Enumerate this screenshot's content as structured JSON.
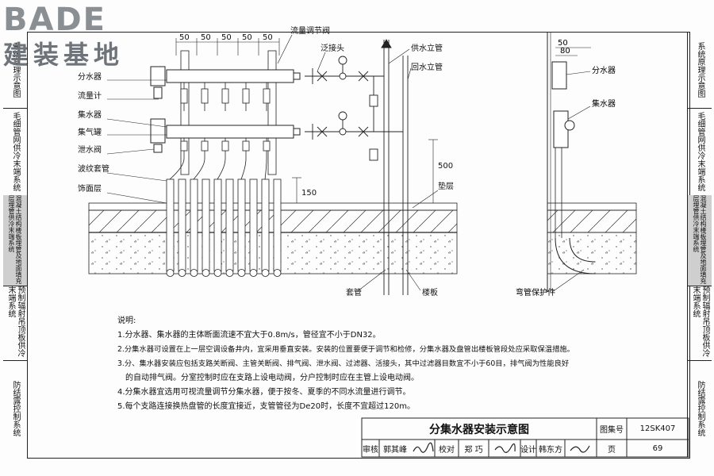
{
  "logo": {
    "latin": "BADE",
    "chinese": "建装基地"
  },
  "right_tabs": [
    {
      "label": "系统原理示意图",
      "shaded": false
    },
    {
      "label": "毛细管网供冷末端系统",
      "shaded": false
    },
    {
      "label": "混凝土结构楼板埋管及地面填充层埋管供冷末端系统",
      "shaded": true
    },
    {
      "label": "预制辐射吊顶板供冷末端系统",
      "shaded": false
    },
    {
      "label": "防结露控制系统",
      "shaded": false
    }
  ],
  "left_tabs": [
    {
      "label": "系统原理示意图",
      "shaded": false
    },
    {
      "label": "毛细管网供冷末端系统",
      "shaded": false
    },
    {
      "label": "混凝土结构楼板埋管及地面填充层埋管供冷末端系统",
      "shaded": true
    },
    {
      "label": "预制辐射吊顶板供冷末端系统",
      "shaded": false
    },
    {
      "label": "防结露控制系统",
      "shaded": false
    }
  ],
  "diagram": {
    "dims_top": [
      "50",
      "50",
      "50",
      "50",
      "50"
    ],
    "labels_left": [
      "分水器",
      "流量计",
      "集水器",
      "集气罐",
      "泄水阀",
      "波纹套管",
      "饰面层"
    ],
    "labels_top": [
      "流量调节阀",
      "泛接头",
      "供水立管",
      "回水立管"
    ],
    "label_cushion": "垫层",
    "label_sleeve": "套管",
    "label_slab": "楼板",
    "dim_150": "150",
    "dim_500": "500",
    "right_dim_50": "50",
    "right_dim_80": "80",
    "right_labels": [
      "分水器",
      "集水器"
    ],
    "label_elbow_guard": "弯管保护件"
  },
  "notes": {
    "heading": "说明:",
    "items": [
      "1.分水器、集水器的主体断面流速不宜大于0.8m/s，管径宜不小于DN32。",
      "2.分集水器可设置在上一层空调设备井内，宜采用垂直安装。安装的位置要便于调节和检修，分集水器及盘管出楼板管段处应采取保温措施。",
      "3.分、集水器安装应包括支路关断阀、主管关断阀、排气阀、泄水阀、过滤器、活接头，其中过滤器目数宜不小于60目，排气阀为性能良好",
      "的自动排气阀。分室控制时应在支路上设电动阀，分户控制时应在主管上设电动阀。",
      "4.分集水器宜选用可视流量调节分集水器，便于按冬、夏季的不同水流量进行调节。",
      "5.每个支路连接换热盘管的长度宜接近，支管管径为De20时，长度不宜超过120m。"
    ]
  },
  "title_block": {
    "title": "分集水器安装示意图",
    "atlas_label": "图集号",
    "atlas_no": "12SK407",
    "review_label": "审核",
    "reviewer": "郭其峰",
    "check_label": "校对",
    "checker": "郑 巧",
    "design_label": "设计",
    "designer": "韩东方",
    "page_label": "页",
    "page_no": "69"
  }
}
